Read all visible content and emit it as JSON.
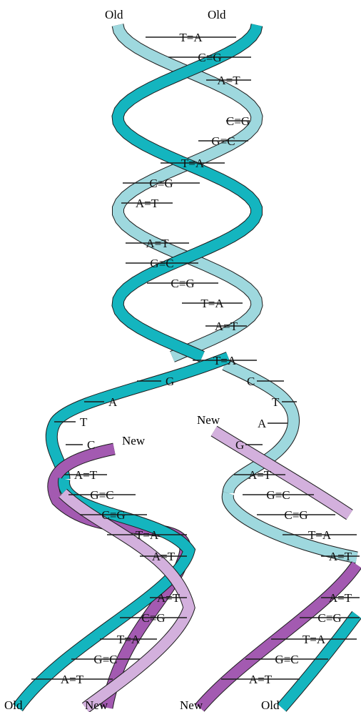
{
  "labels": {
    "top": [
      "Old",
      "Old"
    ],
    "bottom": [
      "Old",
      "New",
      "New",
      "Old"
    ],
    "fork_new_left": "New",
    "fork_new_right": "New"
  },
  "colors": {
    "teal_dark": "#14b5bf",
    "teal_light": "#9ed8de",
    "purple_dark": "#a35ab1",
    "purple_light": "#d3b0dd",
    "outline": "#1c1c1c",
    "text": "#111111"
  },
  "parent_pairs": [
    [
      "T",
      "=",
      "A"
    ],
    [
      "C",
      "≡",
      "G"
    ],
    [
      "A",
      "=",
      "T"
    ],
    [
      "C",
      "≡",
      "G"
    ],
    [
      "G",
      "≡",
      "C"
    ],
    [
      "T",
      "=",
      "A"
    ],
    [
      "C",
      "≡",
      "G"
    ],
    [
      "A",
      "=",
      "T"
    ],
    [
      "A",
      "=",
      "T"
    ],
    [
      "G",
      "≡",
      "C"
    ],
    [
      "C",
      "≡",
      "G"
    ],
    [
      "T",
      "=",
      "A"
    ],
    [
      "A",
      "=",
      "T"
    ],
    [
      "T",
      "=",
      "A"
    ]
  ],
  "unpaired_left": [
    "G",
    "A",
    "T",
    "C"
  ],
  "unpaired_right": [
    "C",
    "T",
    "A",
    "G"
  ],
  "daughter_left_pairs": [
    [
      "A",
      "=",
      "T"
    ],
    [
      "G",
      "≡",
      "C"
    ],
    [
      "C",
      "≡",
      "G"
    ],
    [
      "T",
      "=",
      "A"
    ],
    [
      "A",
      "=",
      "T"
    ],
    [
      "A",
      "=",
      "T"
    ],
    [
      "C",
      "≡",
      "G"
    ],
    [
      "T",
      "=",
      "A"
    ],
    [
      "G",
      "≡",
      "C"
    ],
    [
      "A",
      "=",
      "T"
    ]
  ],
  "daughter_right_pairs": [
    [
      "A",
      "=",
      "T"
    ],
    [
      "G",
      "≡",
      "C"
    ],
    [
      "C",
      "≡",
      "G"
    ],
    [
      "T",
      "=",
      "A"
    ],
    [
      "A",
      "=",
      "T"
    ],
    [
      "A",
      "=",
      "T"
    ],
    [
      "C",
      "≡",
      "G"
    ],
    [
      "T",
      "=",
      "A"
    ],
    [
      "G",
      "≡",
      "C"
    ],
    [
      "A",
      "=",
      "T"
    ]
  ]
}
